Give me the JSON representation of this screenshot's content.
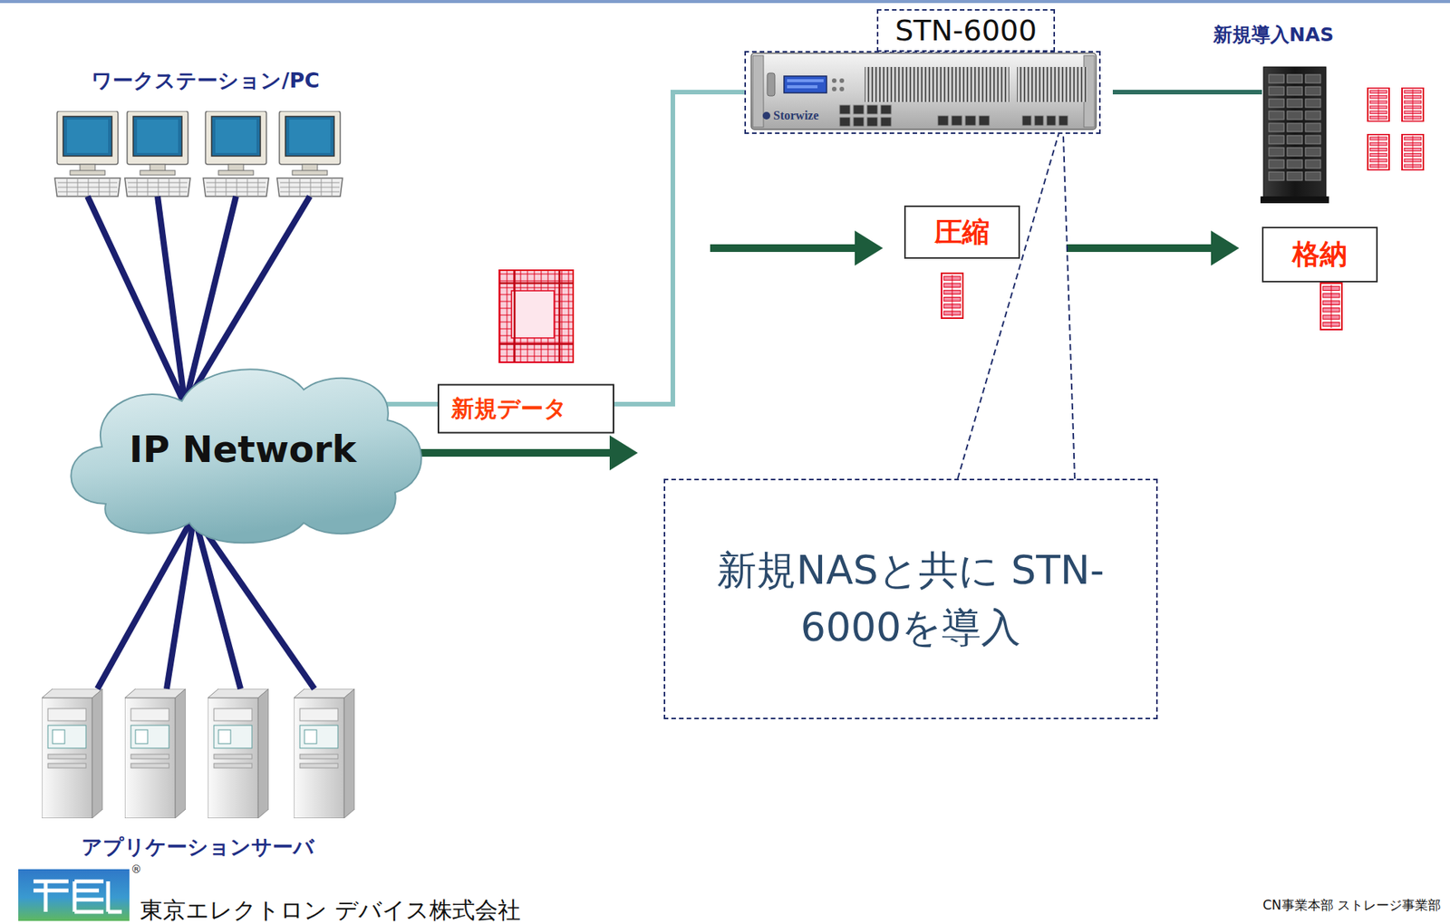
{
  "diagram": {
    "nodes": [
      {
        "text": [
          "ワークステーション/PC"
        ]
      },
      {
        "text": [
          "STN-6000"
        ]
      },
      {
        "text": [
          "新規導入NAS"
        ]
      },
      {
        "text": [
          "圧縮"
        ]
      },
      {
        "text": [
          "格納"
        ]
      },
      {
        "text": [
          "IP Network"
        ]
      },
      {
        "text": [
          "新規NASと共に STN-6000を導入"
        ]
      },
      {
        "text": [
          "アプリケーションサーバ"
        ]
      }
    ],
    "edges": [
      {
        "from": 0,
        "to": 5,
        "arrow": "none"
      },
      {
        "from": 5,
        "to": 7,
        "arrow": "none"
      },
      {
        "from": 5,
        "to": 1,
        "label": "新規データ",
        "arrow": "none"
      },
      {
        "from": 1,
        "to": 2,
        "arrow": "none"
      },
      {
        "from": 3,
        "to": 4,
        "arrow": "to"
      },
      {
        "from": 6,
        "to": 1,
        "arrow": "none"
      }
    ],
    "labels": [
      "Storwize",
      "®",
      "東京エレクトロン デバイス株式会社",
      "CN事業本部 ストレージ事業部"
    ]
  }
}
